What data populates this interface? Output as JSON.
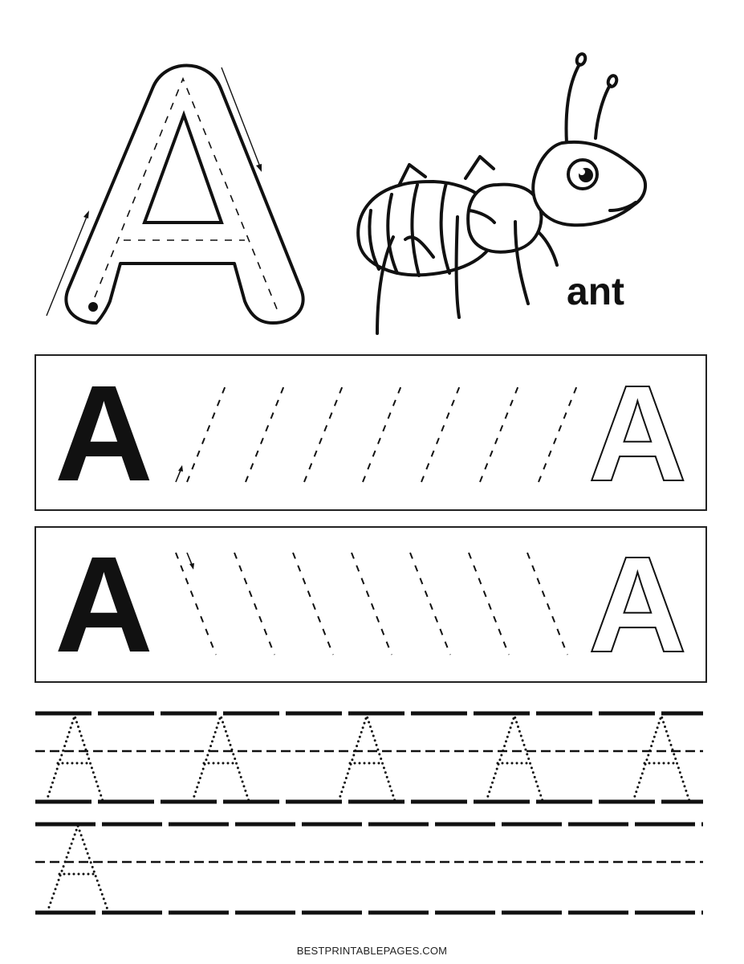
{
  "worksheet": {
    "letter": "A",
    "word": "ant",
    "picture": "ant",
    "footer": "BESTPRINTABLEPAGES.COM"
  },
  "practice_rows": [
    {
      "model_letter": "A",
      "stroke_direction": "up-right",
      "guide_count": 7,
      "outline_letter": "A"
    },
    {
      "model_letter": "A",
      "stroke_direction": "down-right",
      "guide_count": 7,
      "outline_letter": "A"
    }
  ],
  "handwriting_lines": [
    {
      "dotted_letters": [
        "A",
        "A",
        "A",
        "A",
        "A"
      ]
    },
    {
      "dotted_letters": [
        "A"
      ]
    }
  ],
  "colors": {
    "ink": "#111111",
    "background": "#ffffff",
    "border": "#222222"
  }
}
